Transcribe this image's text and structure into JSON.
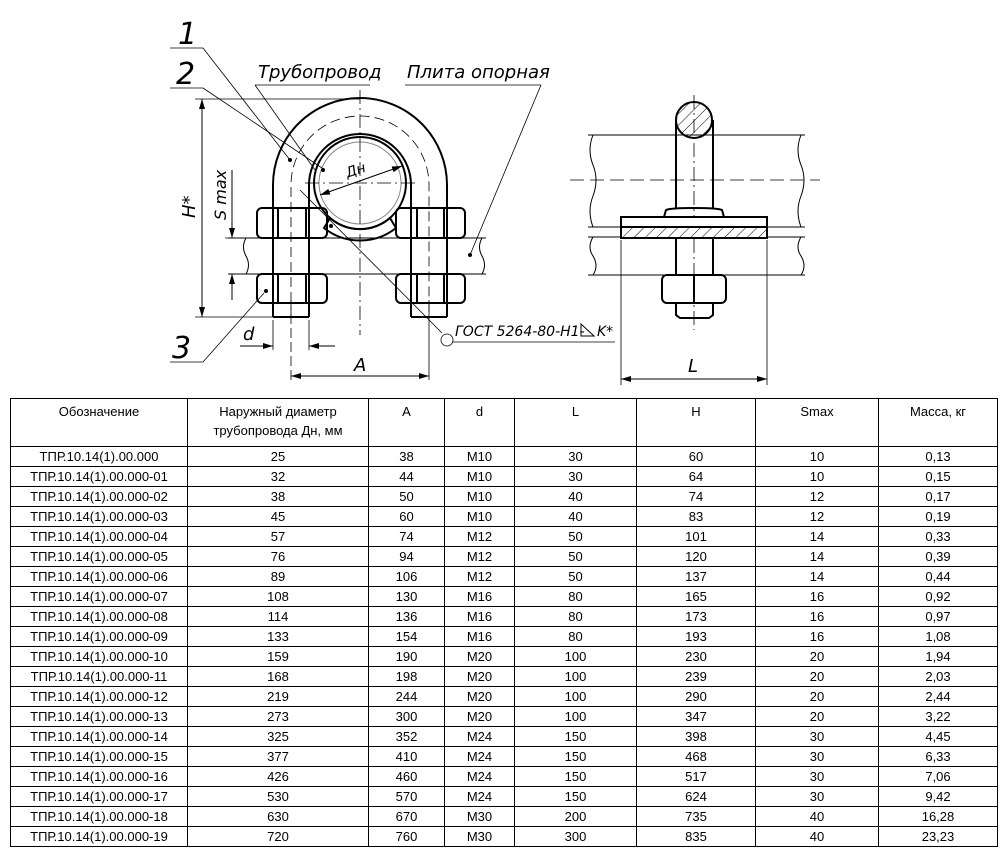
{
  "drawing": {
    "callouts": [
      "1",
      "2",
      "3"
    ],
    "pipeline_label": "Трубопровод",
    "plate_label": "Плита опорная",
    "weld_label": "ГОСТ 5264-80-Н1-",
    "weld_leg": "K*",
    "dims": {
      "H": "H*",
      "Smax": "S max",
      "d": "d",
      "A": "A",
      "L": "L",
      "Dn": "Дн"
    }
  },
  "table": {
    "headers": [
      "Обозначение",
      "Наружный диаметр",
      "трубопровода Дн, мм",
      "A",
      "d",
      "L",
      "H",
      "Smax",
      "Масса, кг"
    ],
    "rows": [
      [
        "ТПР.10.14(1).00.000",
        "25",
        "38",
        "M10",
        "30",
        "60",
        "10",
        "0,13"
      ],
      [
        "ТПР.10.14(1).00.000-01",
        "32",
        "44",
        "M10",
        "30",
        "64",
        "10",
        "0,15"
      ],
      [
        "ТПР.10.14(1).00.000-02",
        "38",
        "50",
        "M10",
        "40",
        "74",
        "12",
        "0,17"
      ],
      [
        "ТПР.10.14(1).00.000-03",
        "45",
        "60",
        "M10",
        "40",
        "83",
        "12",
        "0,19"
      ],
      [
        "ТПР.10.14(1).00.000-04",
        "57",
        "74",
        "M12",
        "50",
        "101",
        "14",
        "0,33"
      ],
      [
        "ТПР.10.14(1).00.000-05",
        "76",
        "94",
        "M12",
        "50",
        "120",
        "14",
        "0,39"
      ],
      [
        "ТПР.10.14(1).00.000-06",
        "89",
        "106",
        "M12",
        "50",
        "137",
        "14",
        "0,44"
      ],
      [
        "ТПР.10.14(1).00.000-07",
        "108",
        "130",
        "M16",
        "80",
        "165",
        "16",
        "0,92"
      ],
      [
        "ТПР.10.14(1).00.000-08",
        "114",
        "136",
        "M16",
        "80",
        "173",
        "16",
        "0,97"
      ],
      [
        "ТПР.10.14(1).00.000-09",
        "133",
        "154",
        "M16",
        "80",
        "193",
        "16",
        "1,08"
      ],
      [
        "ТПР.10.14(1).00.000-10",
        "159",
        "190",
        "M20",
        "100",
        "230",
        "20",
        "1,94"
      ],
      [
        "ТПР.10.14(1).00.000-11",
        "168",
        "198",
        "M20",
        "100",
        "239",
        "20",
        "2,03"
      ],
      [
        "ТПР.10.14(1).00.000-12",
        "219",
        "244",
        "M20",
        "100",
        "290",
        "20",
        "2,44"
      ],
      [
        "ТПР.10.14(1).00.000-13",
        "273",
        "300",
        "M20",
        "100",
        "347",
        "20",
        "3,22"
      ],
      [
        "ТПР.10.14(1).00.000-14",
        "325",
        "352",
        "M24",
        "150",
        "398",
        "30",
        "4,45"
      ],
      [
        "ТПР.10.14(1).00.000-15",
        "377",
        "410",
        "M24",
        "150",
        "468",
        "30",
        "6,33"
      ],
      [
        "ТПР.10.14(1).00.000-16",
        "426",
        "460",
        "M24",
        "150",
        "517",
        "30",
        "7,06"
      ],
      [
        "ТПР.10.14(1).00.000-17",
        "530",
        "570",
        "M24",
        "150",
        "624",
        "30",
        "9,42"
      ],
      [
        "ТПР.10.14(1).00.000-18",
        "630",
        "670",
        "M30",
        "200",
        "735",
        "40",
        "16,28"
      ],
      [
        "ТПР.10.14(1).00.000-19",
        "720",
        "760",
        "M30",
        "300",
        "835",
        "40",
        "23,23"
      ]
    ]
  }
}
